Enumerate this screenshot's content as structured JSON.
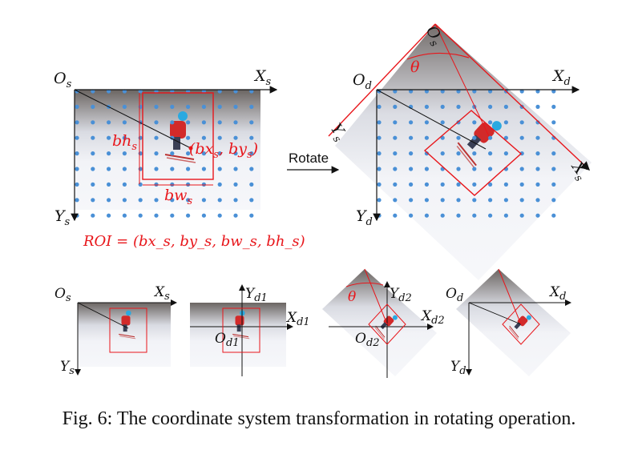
{
  "caption": "Fig. 6: The coordinate system transformation in rotating operation.",
  "rotate_label": "Rotate",
  "roi_text": "ROI = (bx_s, by_s, bw_s, bh_s)",
  "labels": {
    "Os": "O",
    "Os_sub": "s",
    "Xs": "X",
    "Xs_sub": "s",
    "Ys": "Y",
    "Ys_sub": "s",
    "Od": "O",
    "Od_sub": "d",
    "Xd": "X",
    "Xd_sub": "d",
    "Yd": "Y",
    "Yd_sub": "d",
    "bh": "bh",
    "bh_sub": "s",
    "bw": "bw",
    "bw_sub": "s",
    "center": "(bx",
    "center_sub1": "s",
    "center_mid": ", by",
    "center_sub2": "s",
    "center_end": ")",
    "theta": "θ",
    "Yd1": "Y",
    "Yd1_sub": "d1",
    "Xd1": "X",
    "Xd1_sub": "d1",
    "Od1": "O",
    "Od1_sub": "d1",
    "Yd2": "Y",
    "Yd2_sub": "d2",
    "Xd2": "X",
    "Xd2_sub": "d2",
    "Od2": "O",
    "Od2_sub": "d2"
  },
  "colors": {
    "dots": "#4a90d6",
    "red": "#e8161b",
    "axis": "#111111",
    "photo_sky": "#f3f4f8",
    "photo_trees": "#5e5a58",
    "jacket": "#d22a2a",
    "helmet": "#2aa9e0"
  }
}
